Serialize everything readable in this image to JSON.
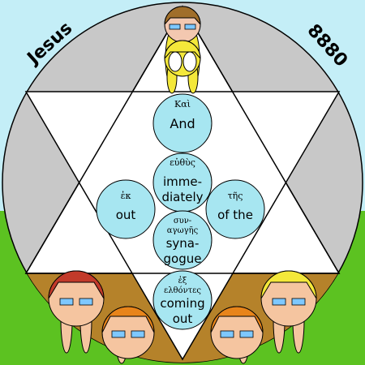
{
  "corner_labels": {
    "left": "Jesus",
    "right": "8880"
  },
  "words": [
    {
      "greek": "Καὶ",
      "english": [
        "And"
      ]
    },
    {
      "greek": "εὐθὺς",
      "english": [
        "imme-",
        "diately"
      ]
    },
    {
      "greek": "ἐκ",
      "english": [
        "out"
      ]
    },
    {
      "greek": "τῆς",
      "english": [
        "of the"
      ]
    },
    {
      "greek_lines": [
        "συν-",
        "αγωγῆς"
      ],
      "english": [
        "syna-",
        "gogue"
      ]
    },
    {
      "greek_lines": [
        "ἐξ",
        "ελθόντες"
      ],
      "english": [
        "coming",
        "out"
      ]
    }
  ],
  "colors": {
    "sky": "#c4eef7",
    "grass": "#5cc221",
    "circle": "#c8c8c8",
    "star": "#ffffff",
    "bubble": "#a7e6f1",
    "lower_band": "#b5822a",
    "face_brown": "#a06e2a",
    "face_orange": "#e8841a",
    "face_yellow": "#f4e83a",
    "face_red": "#c23a2a"
  }
}
